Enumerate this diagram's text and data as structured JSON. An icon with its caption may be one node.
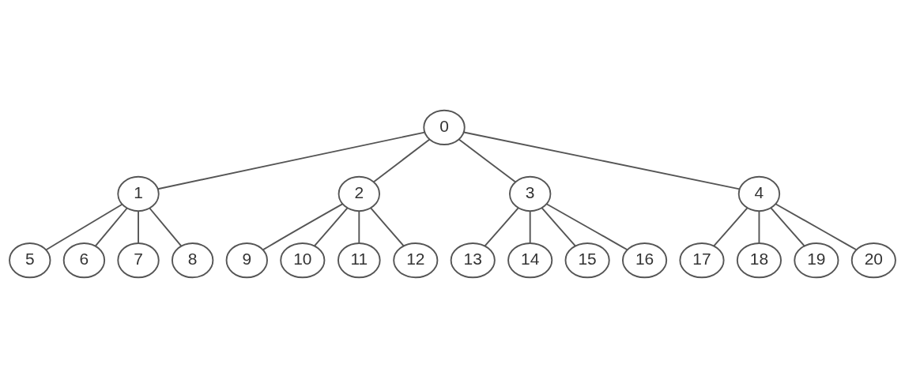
{
  "diagram": {
    "nodes": [
      {
        "text": [
          "0"
        ]
      },
      {
        "text": [
          "1"
        ]
      },
      {
        "text": [
          "2"
        ]
      },
      {
        "text": [
          "3"
        ]
      },
      {
        "text": [
          "4"
        ]
      },
      {
        "text": [
          "5"
        ]
      },
      {
        "text": [
          "6"
        ]
      },
      {
        "text": [
          "7"
        ]
      },
      {
        "text": [
          "8"
        ]
      },
      {
        "text": [
          "9"
        ]
      },
      {
        "text": [
          "10"
        ]
      },
      {
        "text": [
          "11"
        ]
      },
      {
        "text": [
          "12"
        ]
      },
      {
        "text": [
          "13"
        ]
      },
      {
        "text": [
          "14"
        ]
      },
      {
        "text": [
          "15"
        ]
      },
      {
        "text": [
          "16"
        ]
      },
      {
        "text": [
          "17"
        ]
      },
      {
        "text": [
          "18"
        ]
      },
      {
        "text": [
          "19"
        ]
      },
      {
        "text": [
          "20"
        ]
      }
    ],
    "edges": [
      {
        "from": 0,
        "to": 1,
        "arrow": "none"
      },
      {
        "from": 0,
        "to": 2,
        "arrow": "none"
      },
      {
        "from": 0,
        "to": 3,
        "arrow": "none"
      },
      {
        "from": 0,
        "to": 4,
        "arrow": "none"
      },
      {
        "from": 1,
        "to": 5,
        "arrow": "none"
      },
      {
        "from": 1,
        "to": 6,
        "arrow": "none"
      },
      {
        "from": 1,
        "to": 7,
        "arrow": "none"
      },
      {
        "from": 1,
        "to": 8,
        "arrow": "none"
      },
      {
        "from": 2,
        "to": 9,
        "arrow": "none"
      },
      {
        "from": 2,
        "to": 10,
        "arrow": "none"
      },
      {
        "from": 2,
        "to": 11,
        "arrow": "none"
      },
      {
        "from": 2,
        "to": 12,
        "arrow": "none"
      },
      {
        "from": 3,
        "to": 13,
        "arrow": "none"
      },
      {
        "from": 3,
        "to": 14,
        "arrow": "none"
      },
      {
        "from": 3,
        "to": 15,
        "arrow": "none"
      },
      {
        "from": 3,
        "to": 16,
        "arrow": "none"
      },
      {
        "from": 4,
        "to": 17,
        "arrow": "none"
      },
      {
        "from": 4,
        "to": 18,
        "arrow": "none"
      },
      {
        "from": 4,
        "to": 19,
        "arrow": "none"
      },
      {
        "from": 4,
        "to": 20,
        "arrow": "none"
      }
    ]
  }
}
